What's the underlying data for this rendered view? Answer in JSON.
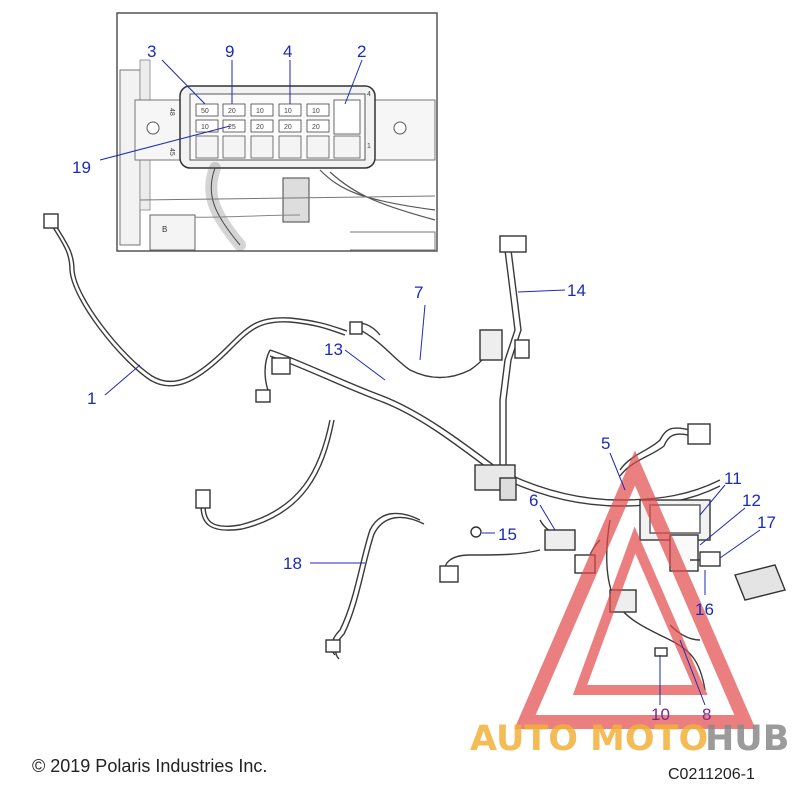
{
  "callouts": [
    {
      "id": "c1",
      "label": "1"
    },
    {
      "id": "c2",
      "label": "2"
    },
    {
      "id": "c3",
      "label": "3"
    },
    {
      "id": "c4",
      "label": "4"
    },
    {
      "id": "c5",
      "label": "5"
    },
    {
      "id": "c6",
      "label": "6"
    },
    {
      "id": "c7",
      "label": "7"
    },
    {
      "id": "c8",
      "label": "8"
    },
    {
      "id": "c9",
      "label": "9"
    },
    {
      "id": "c10",
      "label": "10"
    },
    {
      "id": "c11",
      "label": "11"
    },
    {
      "id": "c12",
      "label": "12"
    },
    {
      "id": "c13",
      "label": "13"
    },
    {
      "id": "c14",
      "label": "14"
    },
    {
      "id": "c15",
      "label": "15"
    },
    {
      "id": "c16",
      "label": "16"
    },
    {
      "id": "c17",
      "label": "17"
    },
    {
      "id": "c18",
      "label": "18"
    },
    {
      "id": "c19",
      "label": "19"
    }
  ],
  "fuse_labels": {
    "row1": [
      "50",
      "20",
      "10",
      "10",
      "10"
    ],
    "row2": [
      "10",
      "25",
      "20",
      "20",
      "20"
    ],
    "side_top": "48",
    "side_bottom": "45",
    "right_top": "4",
    "right_bottom": "1",
    "plate": "B"
  },
  "copyright": "© 2019 Polaris Industries Inc.",
  "part_code": "C0211206-1",
  "watermark": {
    "word_a": "AUTO",
    "word_b": "MOTO",
    "word_c": "HUB",
    "color_a": "#f3b13a",
    "color_b": "#f3b13a",
    "color_c": "#8a8a8a",
    "triangle_color": "#e34a4a"
  },
  "colors": {
    "callout": "#1a2bb8",
    "callout_alt": "#7a2a8a",
    "line_art": "#3a3a3a"
  }
}
